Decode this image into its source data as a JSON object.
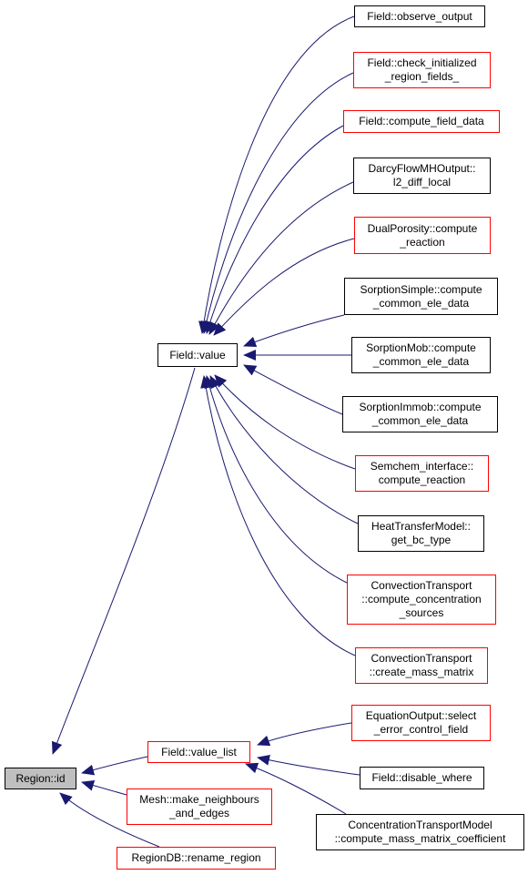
{
  "colors": {
    "edge": "#191970",
    "node_border": "#000000",
    "node_border_partial": "#ff0000",
    "root_fill": "#bfbfbf"
  },
  "root": {
    "label": "Region::id"
  },
  "nodes": {
    "field_value": {
      "label": "Field::value"
    },
    "field_value_list": {
      "label": "Field::value_list"
    },
    "mesh_make_neighbours": {
      "label": "Mesh::make_neighbours\n_and_edges"
    },
    "regiondb_rename": {
      "label": "RegionDB::rename_region"
    },
    "observe_output": {
      "label": "Field::observe_output"
    },
    "check_initialized": {
      "label": "Field::check_initialized\n_region_fields_"
    },
    "compute_field_data": {
      "label": "Field::compute_field_data"
    },
    "darcy_l2": {
      "label": "DarcyFlowMHOutput::\nl2_diff_local"
    },
    "dual_porosity": {
      "label": "DualPorosity::compute\n_reaction"
    },
    "sorption_simple": {
      "label": "SorptionSimple::compute\n_common_ele_data"
    },
    "sorption_mob": {
      "label": "SorptionMob::compute\n_common_ele_data"
    },
    "sorption_immob": {
      "label": "SorptionImmob::compute\n_common_ele_data"
    },
    "semchem": {
      "label": "Semchem_interface::\ncompute_reaction"
    },
    "heat_transfer": {
      "label": "HeatTransferModel::\nget_bc_type"
    },
    "conv_sources": {
      "label": "ConvectionTransport\n::compute_concentration\n_sources"
    },
    "conv_mass": {
      "label": "ConvectionTransport\n::create_mass_matrix"
    },
    "eq_output": {
      "label": "EquationOutput::select\n_error_control_field"
    },
    "disable_where": {
      "label": "Field::disable_where"
    },
    "conc_transport": {
      "label": "ConcentrationTransportModel\n::compute_mass_matrix_coefficient"
    }
  }
}
